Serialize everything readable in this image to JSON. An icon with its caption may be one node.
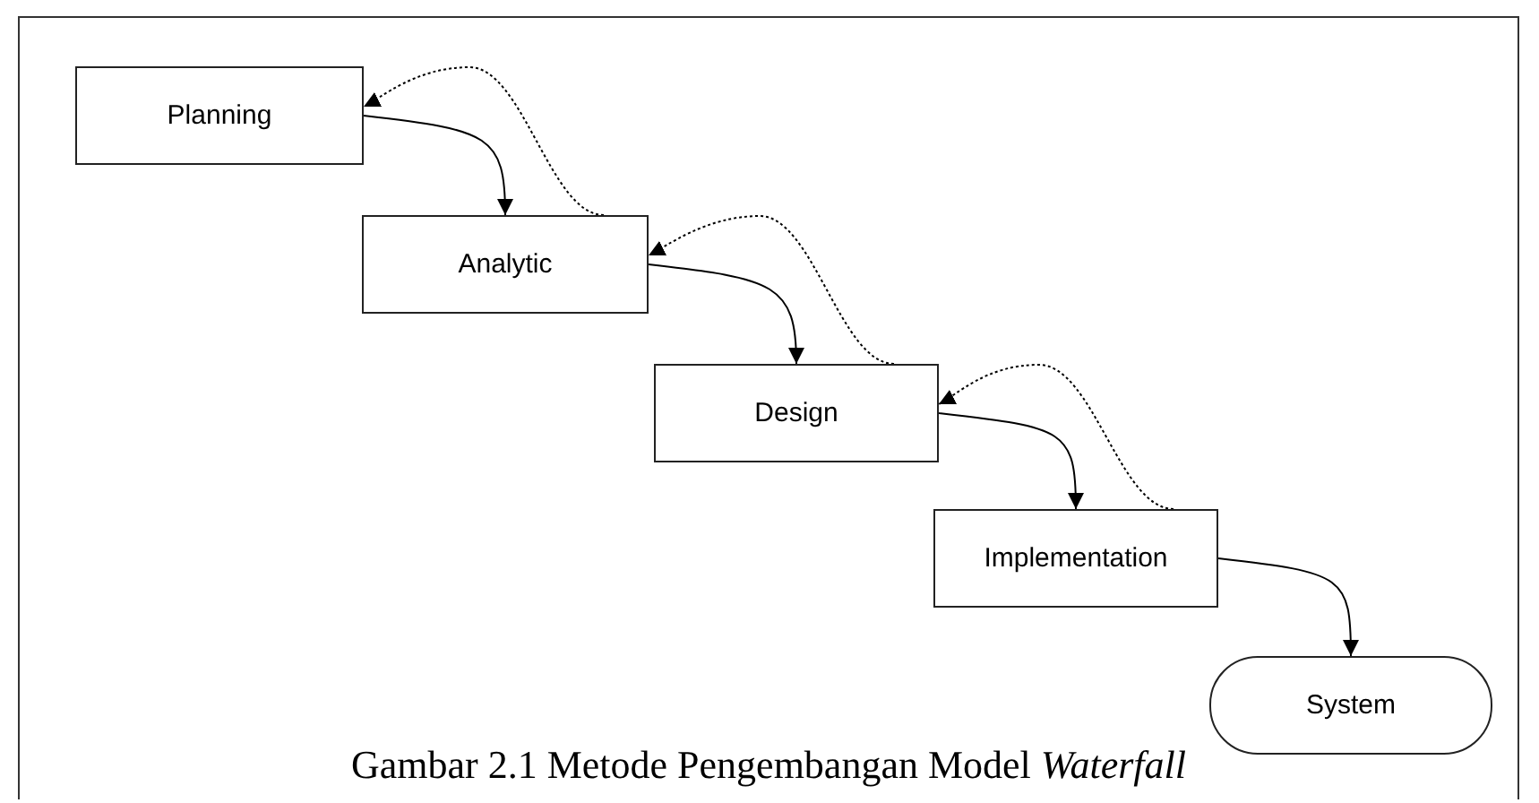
{
  "diagram": {
    "caption": "Gambar 2.1 Metode Pengembangan Model *Waterfall*",
    "nodes": [
      {
        "text": [
          "Planning"
        ]
      },
      {
        "text": [
          "Analytic"
        ]
      },
      {
        "text": [
          "Design"
        ]
      },
      {
        "text": [
          "Implementation"
        ]
      },
      {
        "text": [
          "System"
        ]
      }
    ],
    "edges": [
      {
        "from": 0,
        "to": 1,
        "arrow": "to"
      },
      {
        "from": 1,
        "to": 0,
        "arrow": "to",
        "style": "dashed"
      },
      {
        "from": 1,
        "to": 2,
        "arrow": "to"
      },
      {
        "from": 2,
        "to": 1,
        "arrow": "to",
        "style": "dashed"
      },
      {
        "from": 2,
        "to": 3,
        "arrow": "to"
      },
      {
        "from": 3,
        "to": 2,
        "arrow": "to",
        "style": "dashed"
      },
      {
        "from": 3,
        "to": 4,
        "arrow": "to"
      }
    ]
  }
}
